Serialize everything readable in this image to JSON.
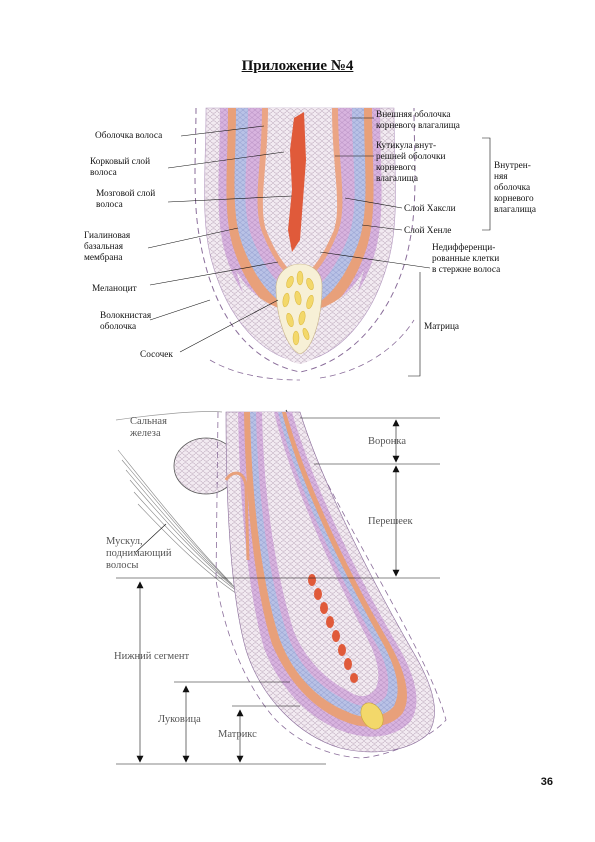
{
  "page": {
    "title": "Приложение №4",
    "page_number": "36"
  },
  "diagram1": {
    "labels": {
      "hair_sheath": "Оболочка волоса",
      "cortex": [
        "Корковый слой",
        "волоса"
      ],
      "medulla": [
        "Мозговой слой",
        "волоса"
      ],
      "hyaline": [
        "Гиалиновая",
        "базальная",
        "мембрана"
      ],
      "melanocyte": "Меланоцит",
      "fibrous": [
        "Волокнистая",
        "оболочка"
      ],
      "papilla": "Сосочек",
      "outer_sheath": [
        "Внешняя оболочка",
        "корневого влагалища"
      ],
      "cuticle": [
        "Кутикула внут-",
        "решней оболочки",
        "корневого",
        "влагалища"
      ],
      "inner_sheath": [
        "Внутрен-",
        "няя",
        "оболочка",
        "корневого",
        "влагалища"
      ],
      "huxley": "Слой Хаксли",
      "henle": "Слой Хенле",
      "undiff": [
        "Недифференци-",
        "рованные клетки",
        "в стержне волоса"
      ],
      "matrix": "Матрица"
    }
  },
  "diagram2": {
    "labels": {
      "gland": [
        "Сальная",
        "железа"
      ],
      "muscle": [
        "Мускул,",
        "поднимающий",
        "волосы"
      ],
      "funnel": "Воронка",
      "isthmus": "Перешеек",
      "lower": "Нижний сегмент",
      "bulb": "Луковица",
      "matrix": "Матрикс"
    }
  },
  "colors": {
    "outer": "#e8d6ea",
    "orange": "#e8a07a",
    "blue": "#b9c2e6",
    "purple": "#cfa9d8",
    "medulla": "#e05a3a",
    "papilla": "#f3d86a"
  }
}
